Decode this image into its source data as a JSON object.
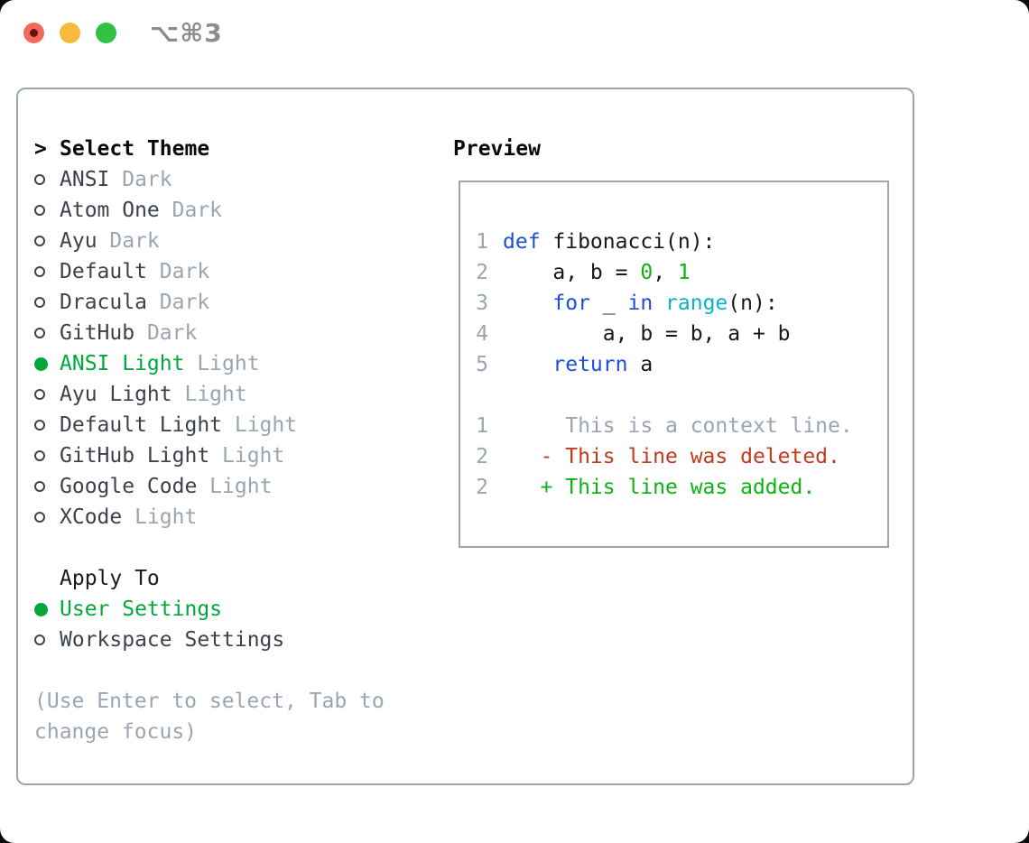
{
  "window": {
    "title": "⌥⌘3",
    "traffic_lights": {
      "close_color": "#f16a5d",
      "minimize_color": "#f6ba3f",
      "zoom_color": "#33c144"
    }
  },
  "theme_picker": {
    "header_cursor": ">",
    "header": "Select Theme",
    "items": [
      {
        "name": "ANSI",
        "variant": "Dark",
        "selected": false
      },
      {
        "name": "Atom One",
        "variant": "Dark",
        "selected": false
      },
      {
        "name": "Ayu",
        "variant": "Dark",
        "selected": false
      },
      {
        "name": "Default",
        "variant": "Dark",
        "selected": false
      },
      {
        "name": "Dracula",
        "variant": "Dark",
        "selected": false
      },
      {
        "name": "GitHub",
        "variant": "Dark",
        "selected": false
      },
      {
        "name": "ANSI Light",
        "variant": "Light",
        "selected": true
      },
      {
        "name": "Ayu Light",
        "variant": "Light",
        "selected": false
      },
      {
        "name": "Default Light",
        "variant": "Light",
        "selected": false
      },
      {
        "name": "GitHub Light",
        "variant": "Light",
        "selected": false
      },
      {
        "name": "Google Code",
        "variant": "Light",
        "selected": false
      },
      {
        "name": "XCode",
        "variant": "Light",
        "selected": false
      }
    ]
  },
  "apply_to": {
    "header": "Apply To",
    "items": [
      {
        "name": "User Settings",
        "selected": true
      },
      {
        "name": "Workspace Settings",
        "selected": false
      }
    ]
  },
  "help": {
    "line1": "(Use Enter to select, Tab to",
    "line2": "change focus)"
  },
  "preview": {
    "header": "Preview",
    "code_lines": [
      {
        "num": "1",
        "segments": [
          {
            "text": "def",
            "style": "keyword"
          },
          {
            "text": " fibonacci(n):",
            "style": "plain"
          }
        ]
      },
      {
        "num": "2",
        "segments": [
          {
            "text": "    a, b = ",
            "style": "plain"
          },
          {
            "text": "0",
            "style": "number"
          },
          {
            "text": ", ",
            "style": "plain"
          },
          {
            "text": "1",
            "style": "number"
          }
        ]
      },
      {
        "num": "3",
        "segments": [
          {
            "text": "    ",
            "style": "plain"
          },
          {
            "text": "for",
            "style": "keyword"
          },
          {
            "text": " _ ",
            "style": "plain"
          },
          {
            "text": "in",
            "style": "keyword"
          },
          {
            "text": " ",
            "style": "plain"
          },
          {
            "text": "range",
            "style": "builtin"
          },
          {
            "text": "(n):",
            "style": "plain"
          }
        ]
      },
      {
        "num": "4",
        "segments": [
          {
            "text": "        a, b = b, a + b",
            "style": "plain"
          }
        ]
      },
      {
        "num": "5",
        "segments": [
          {
            "text": "    ",
            "style": "plain"
          },
          {
            "text": "return",
            "style": "keyword"
          },
          {
            "text": " a",
            "style": "plain"
          }
        ]
      },
      {
        "num": "",
        "segments": []
      },
      {
        "num": "1",
        "segments": [
          {
            "text": "     This is a context line.",
            "style": "diff-context"
          }
        ]
      },
      {
        "num": "2",
        "segments": [
          {
            "text": "   - This line was deleted.",
            "style": "diff-deleted"
          }
        ]
      },
      {
        "num": "2",
        "segments": [
          {
            "text": "   + This line was added.",
            "style": "diff-added"
          }
        ]
      }
    ]
  },
  "colors": {
    "border": "#9aa5b1",
    "muted": "#9aa5b2",
    "selection_green": "#00a83b",
    "keyword_blue": "#1c4ed8",
    "builtin_cyan": "#0bb2c3",
    "number_green": "#0db313",
    "diff_deleted_red": "#c23a1d",
    "diff_added_green": "#0db313"
  }
}
